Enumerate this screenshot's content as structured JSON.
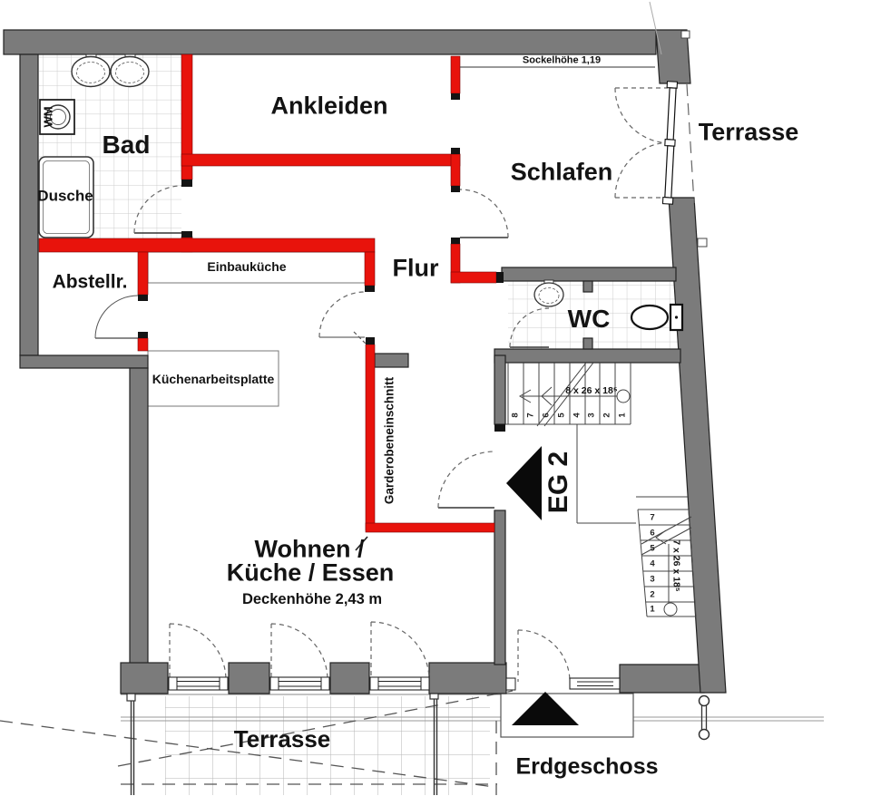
{
  "title": "Erdgeschoss",
  "colors": {
    "wall_gray": "#7b7b7b",
    "wall_red": "#e8130c",
    "cap_dark": "#141414",
    "tile_line": "#cccccc",
    "terrace_line": "#b5b5b5",
    "text": "#131313"
  },
  "rooms": {
    "bad": {
      "label": "Bad"
    },
    "ankleiden": {
      "label": "Ankleiden"
    },
    "schlafen": {
      "label": "Schlafen"
    },
    "terrasse_right": {
      "label": "Terrasse"
    },
    "dusche": {
      "label": "Dusche"
    },
    "abstellraum": {
      "label": "Abstellr."
    },
    "flur": {
      "label": "Flur"
    },
    "wc": {
      "label": "WC"
    },
    "wohnen": {
      "label_line1": "Wohnen /",
      "label_line2": "Küche / Essen",
      "ceiling_note": "Deckenhöhe 2,43 m"
    },
    "terrasse_bottom": {
      "label": "Terrasse"
    }
  },
  "annotations": {
    "sockelhoehe": "Sockelhöhe 1,19",
    "einbaukueche": "Einbauküche",
    "kuechenarbeitsplatte": "Küchenarbeitsplatte",
    "garderobeneinschnitt": "Garderobeneinschnitt",
    "eg2": "EG 2",
    "erdgeschoss": "Erdgeschoss",
    "wm": "WM"
  },
  "stairs": {
    "upper": {
      "annotation": "8 x 26 x 18⁵",
      "steps": [
        "8",
        "7",
        "6",
        "5",
        "4",
        "3",
        "2",
        "1"
      ]
    },
    "lower": {
      "annotation": "7 x 26 x 18⁵",
      "steps": [
        "7",
        "6",
        "5",
        "4",
        "3",
        "2",
        "1"
      ]
    }
  }
}
